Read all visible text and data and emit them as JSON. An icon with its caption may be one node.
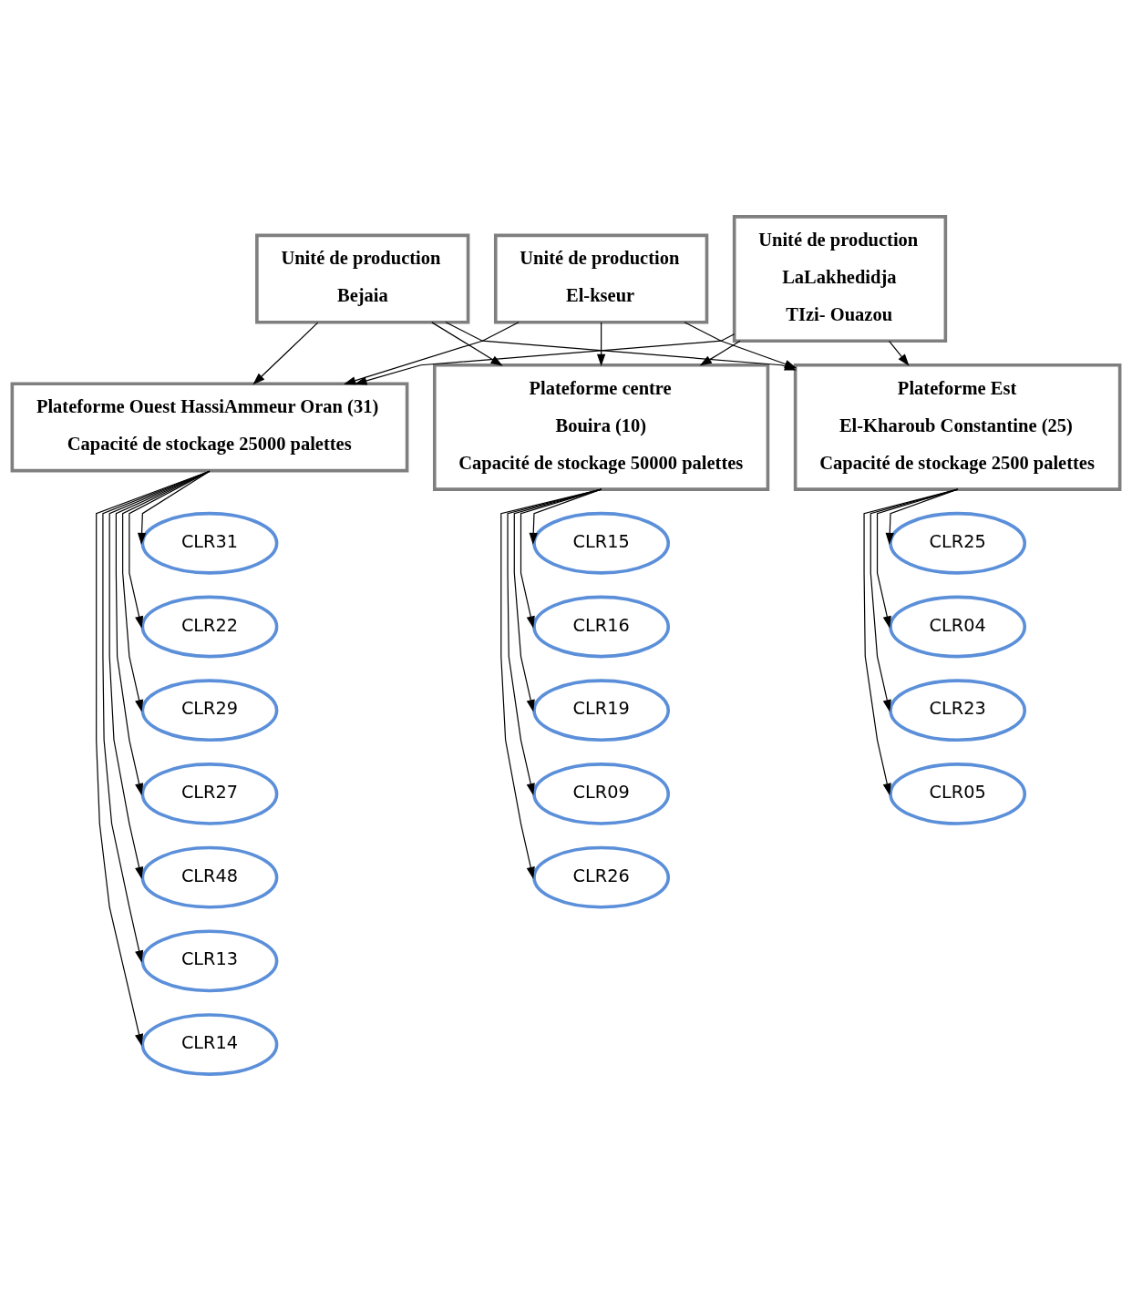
{
  "diagram": {
    "nodes": [
      {
        "text": [
          "Unité de production",
          "Bejaia"
        ]
      },
      {
        "text": [
          "Unité de production",
          "El-kseur"
        ]
      },
      {
        "text": [
          "Unité de production",
          "LaLakhedidja",
          "TIzi- Ouazou"
        ]
      },
      {
        "text": [
          "Plateforme Ouest HassiAmmeur Oran (31)",
          "Capacité de stockage 25000 palettes"
        ]
      },
      {
        "text": [
          "Plateforme centre",
          "Bouira (10)",
          "Capacité de stockage 50000 palettes"
        ]
      },
      {
        "text": [
          "Plateforme Est",
          "El-Kharoub Constantine (25)",
          "Capacité de stockage 2500 palettes"
        ]
      },
      {
        "text": [
          "CLR31"
        ]
      },
      {
        "text": [
          "CLR22"
        ]
      },
      {
        "text": [
          "CLR29"
        ]
      },
      {
        "text": [
          "CLR27"
        ]
      },
      {
        "text": [
          "CLR48"
        ]
      },
      {
        "text": [
          "CLR13"
        ]
      },
      {
        "text": [
          "CLR14"
        ]
      },
      {
        "text": [
          "CLR15"
        ]
      },
      {
        "text": [
          "CLR16"
        ]
      },
      {
        "text": [
          "CLR19"
        ]
      },
      {
        "text": [
          "CLR09"
        ]
      },
      {
        "text": [
          "CLR26"
        ]
      },
      {
        "text": [
          "CLR25"
        ]
      },
      {
        "text": [
          "CLR04"
        ]
      },
      {
        "text": [
          "CLR23"
        ]
      },
      {
        "text": [
          "CLR05"
        ]
      }
    ],
    "edges": [
      {
        "from": 0,
        "to": 3,
        "arrow": "to"
      },
      {
        "from": 0,
        "to": 4,
        "arrow": "to"
      },
      {
        "from": 0,
        "to": 5,
        "arrow": "to"
      },
      {
        "from": 1,
        "to": 3,
        "arrow": "to"
      },
      {
        "from": 1,
        "to": 4,
        "arrow": "to"
      },
      {
        "from": 1,
        "to": 5,
        "arrow": "to"
      },
      {
        "from": 2,
        "to": 3,
        "arrow": "to"
      },
      {
        "from": 2,
        "to": 4,
        "arrow": "to"
      },
      {
        "from": 2,
        "to": 5,
        "arrow": "to"
      },
      {
        "from": 3,
        "to": 6,
        "arrow": "to"
      },
      {
        "from": 3,
        "to": 7,
        "arrow": "to"
      },
      {
        "from": 3,
        "to": 8,
        "arrow": "to"
      },
      {
        "from": 3,
        "to": 9,
        "arrow": "to"
      },
      {
        "from": 3,
        "to": 10,
        "arrow": "to"
      },
      {
        "from": 3,
        "to": 11,
        "arrow": "to"
      },
      {
        "from": 3,
        "to": 12,
        "arrow": "to"
      },
      {
        "from": 4,
        "to": 13,
        "arrow": "to"
      },
      {
        "from": 4,
        "to": 14,
        "arrow": "to"
      },
      {
        "from": 4,
        "to": 15,
        "arrow": "to"
      },
      {
        "from": 4,
        "to": 16,
        "arrow": "to"
      },
      {
        "from": 4,
        "to": 17,
        "arrow": "to"
      },
      {
        "from": 5,
        "to": 18,
        "arrow": "to"
      },
      {
        "from": 5,
        "to": 19,
        "arrow": "to"
      },
      {
        "from": 5,
        "to": 20,
        "arrow": "to"
      },
      {
        "from": 5,
        "to": 21,
        "arrow": "to"
      }
    ]
  }
}
